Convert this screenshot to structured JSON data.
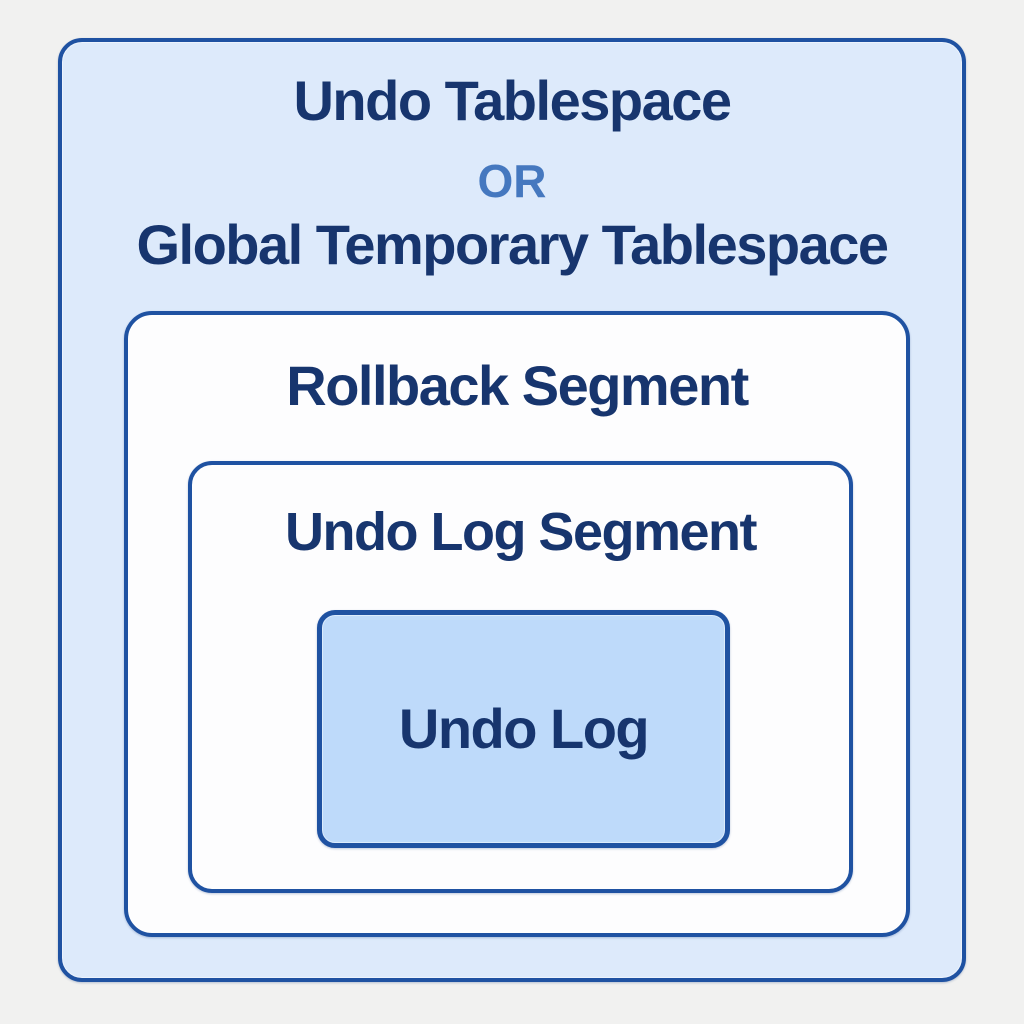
{
  "diagram": {
    "outer_box": {
      "title_line1": "Undo Tablespace",
      "connector": "OR",
      "title_line2": "Global Temporary Tablespace"
    },
    "rollback_box": {
      "label": "Rollback Segment"
    },
    "undo_log_segment_box": {
      "label": "Undo Log Segment"
    },
    "undo_log_box": {
      "label": "Undo Log"
    }
  },
  "colors": {
    "page_background": "#f1f1f0",
    "outer_box_fill": "#ddeafb",
    "inner_box_fill": "#fdfdfe",
    "undo_log_fill": "#bedafa",
    "border_blue": "#1f52a2",
    "heading_text": "#17356e",
    "or_text": "#4578bf"
  }
}
